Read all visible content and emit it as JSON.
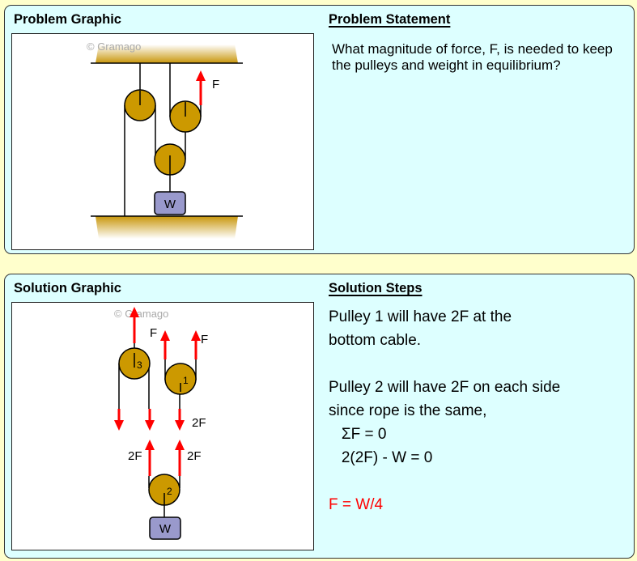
{
  "problem": {
    "graphic_title": "Problem Graphic",
    "statement_title": "Problem Statement",
    "statement": "What magnitude of force, F, is needed to keep the pulleys and weight in equilibrium?",
    "watermark": "© Gramago",
    "force_label": "F",
    "weight_label": "W"
  },
  "solution": {
    "graphic_title": "Solution Graphic",
    "steps_title": "Solution Steps",
    "watermark": "© Gramago",
    "steps": [
      "Pulley 1 will have 2F at the",
      "bottom cable.",
      "",
      "Pulley 2 will have 2F on each side",
      "since rope is the same,",
      "   ΣF = 0",
      "   2(2F) - W = 0",
      "",
      "F = W/4"
    ],
    "labels": {
      "pulley1": "1",
      "pulley2": "2",
      "pulley3": "3",
      "f_left": "F",
      "f_right": "F",
      "two_f_right_down": "2F",
      "two_f_left_up": "2F",
      "two_f_right_up": "2F",
      "weight": "W"
    }
  },
  "colors": {
    "background": "#ffffcc",
    "panel": "#ddffff",
    "pulley": "#cc9900",
    "weight": "#9999cc",
    "arrow": "#ff0000",
    "answer": "#ff0000"
  }
}
